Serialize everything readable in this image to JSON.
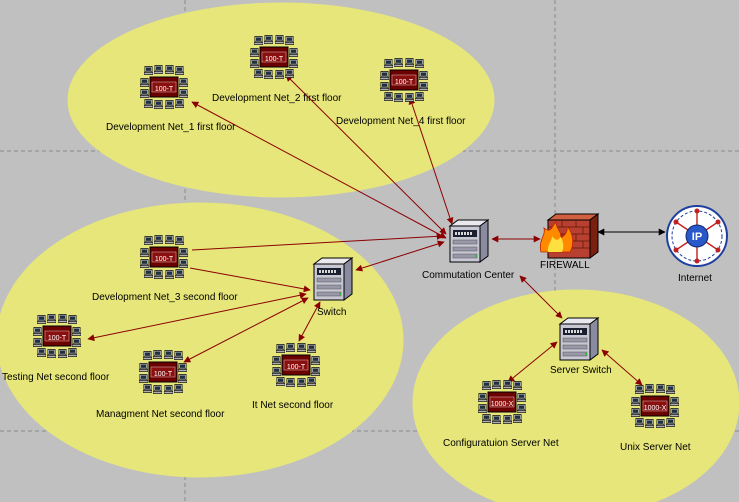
{
  "colors": {
    "background": "#c0c0c0",
    "zone_fill": "#e6e67a",
    "link": "#8b0000",
    "internet_link": "#000000"
  },
  "nodes": {
    "dev_net_1": {
      "label": "Development Net_1 first floor",
      "badge": "100-T",
      "icon": "lan-cluster-icon"
    },
    "dev_net_2": {
      "label": "Development Net_2 first floor",
      "badge": "100-T",
      "icon": "lan-cluster-icon"
    },
    "dev_net_4": {
      "label": "Development Net_4  first  floor",
      "badge": "100-T",
      "icon": "lan-cluster-icon"
    },
    "dev_net_3": {
      "label": "Development Net_3 second floor",
      "badge": "100-T",
      "icon": "lan-cluster-icon"
    },
    "testing_net": {
      "label": "Testing Net second floor",
      "badge": "100-T",
      "icon": "lan-cluster-icon"
    },
    "mgmt_net": {
      "label": "Managment  Net second floor",
      "badge": "100-T",
      "icon": "lan-cluster-icon"
    },
    "it_net": {
      "label": "It Net  second floor",
      "badge": "100-T",
      "icon": "lan-cluster-icon"
    },
    "switch": {
      "label": "Switch",
      "icon": "switch-icon"
    },
    "commutation": {
      "label": "Commutation Center",
      "icon": "switch-icon"
    },
    "firewall": {
      "label": "FIREWALL",
      "icon": "firewall-icon"
    },
    "internet": {
      "label": "Internet",
      "badge": "IP",
      "icon": "internet-cloud-icon"
    },
    "server_switch": {
      "label": "Server Switch",
      "icon": "switch-icon"
    },
    "config_net": {
      "label": "Configuratuion Server Net",
      "badge": "1000-X",
      "icon": "lan-cluster-icon"
    },
    "unix_net": {
      "label": "Unix Server Net",
      "badge": "1000-X",
      "icon": "lan-cluster-icon"
    }
  }
}
